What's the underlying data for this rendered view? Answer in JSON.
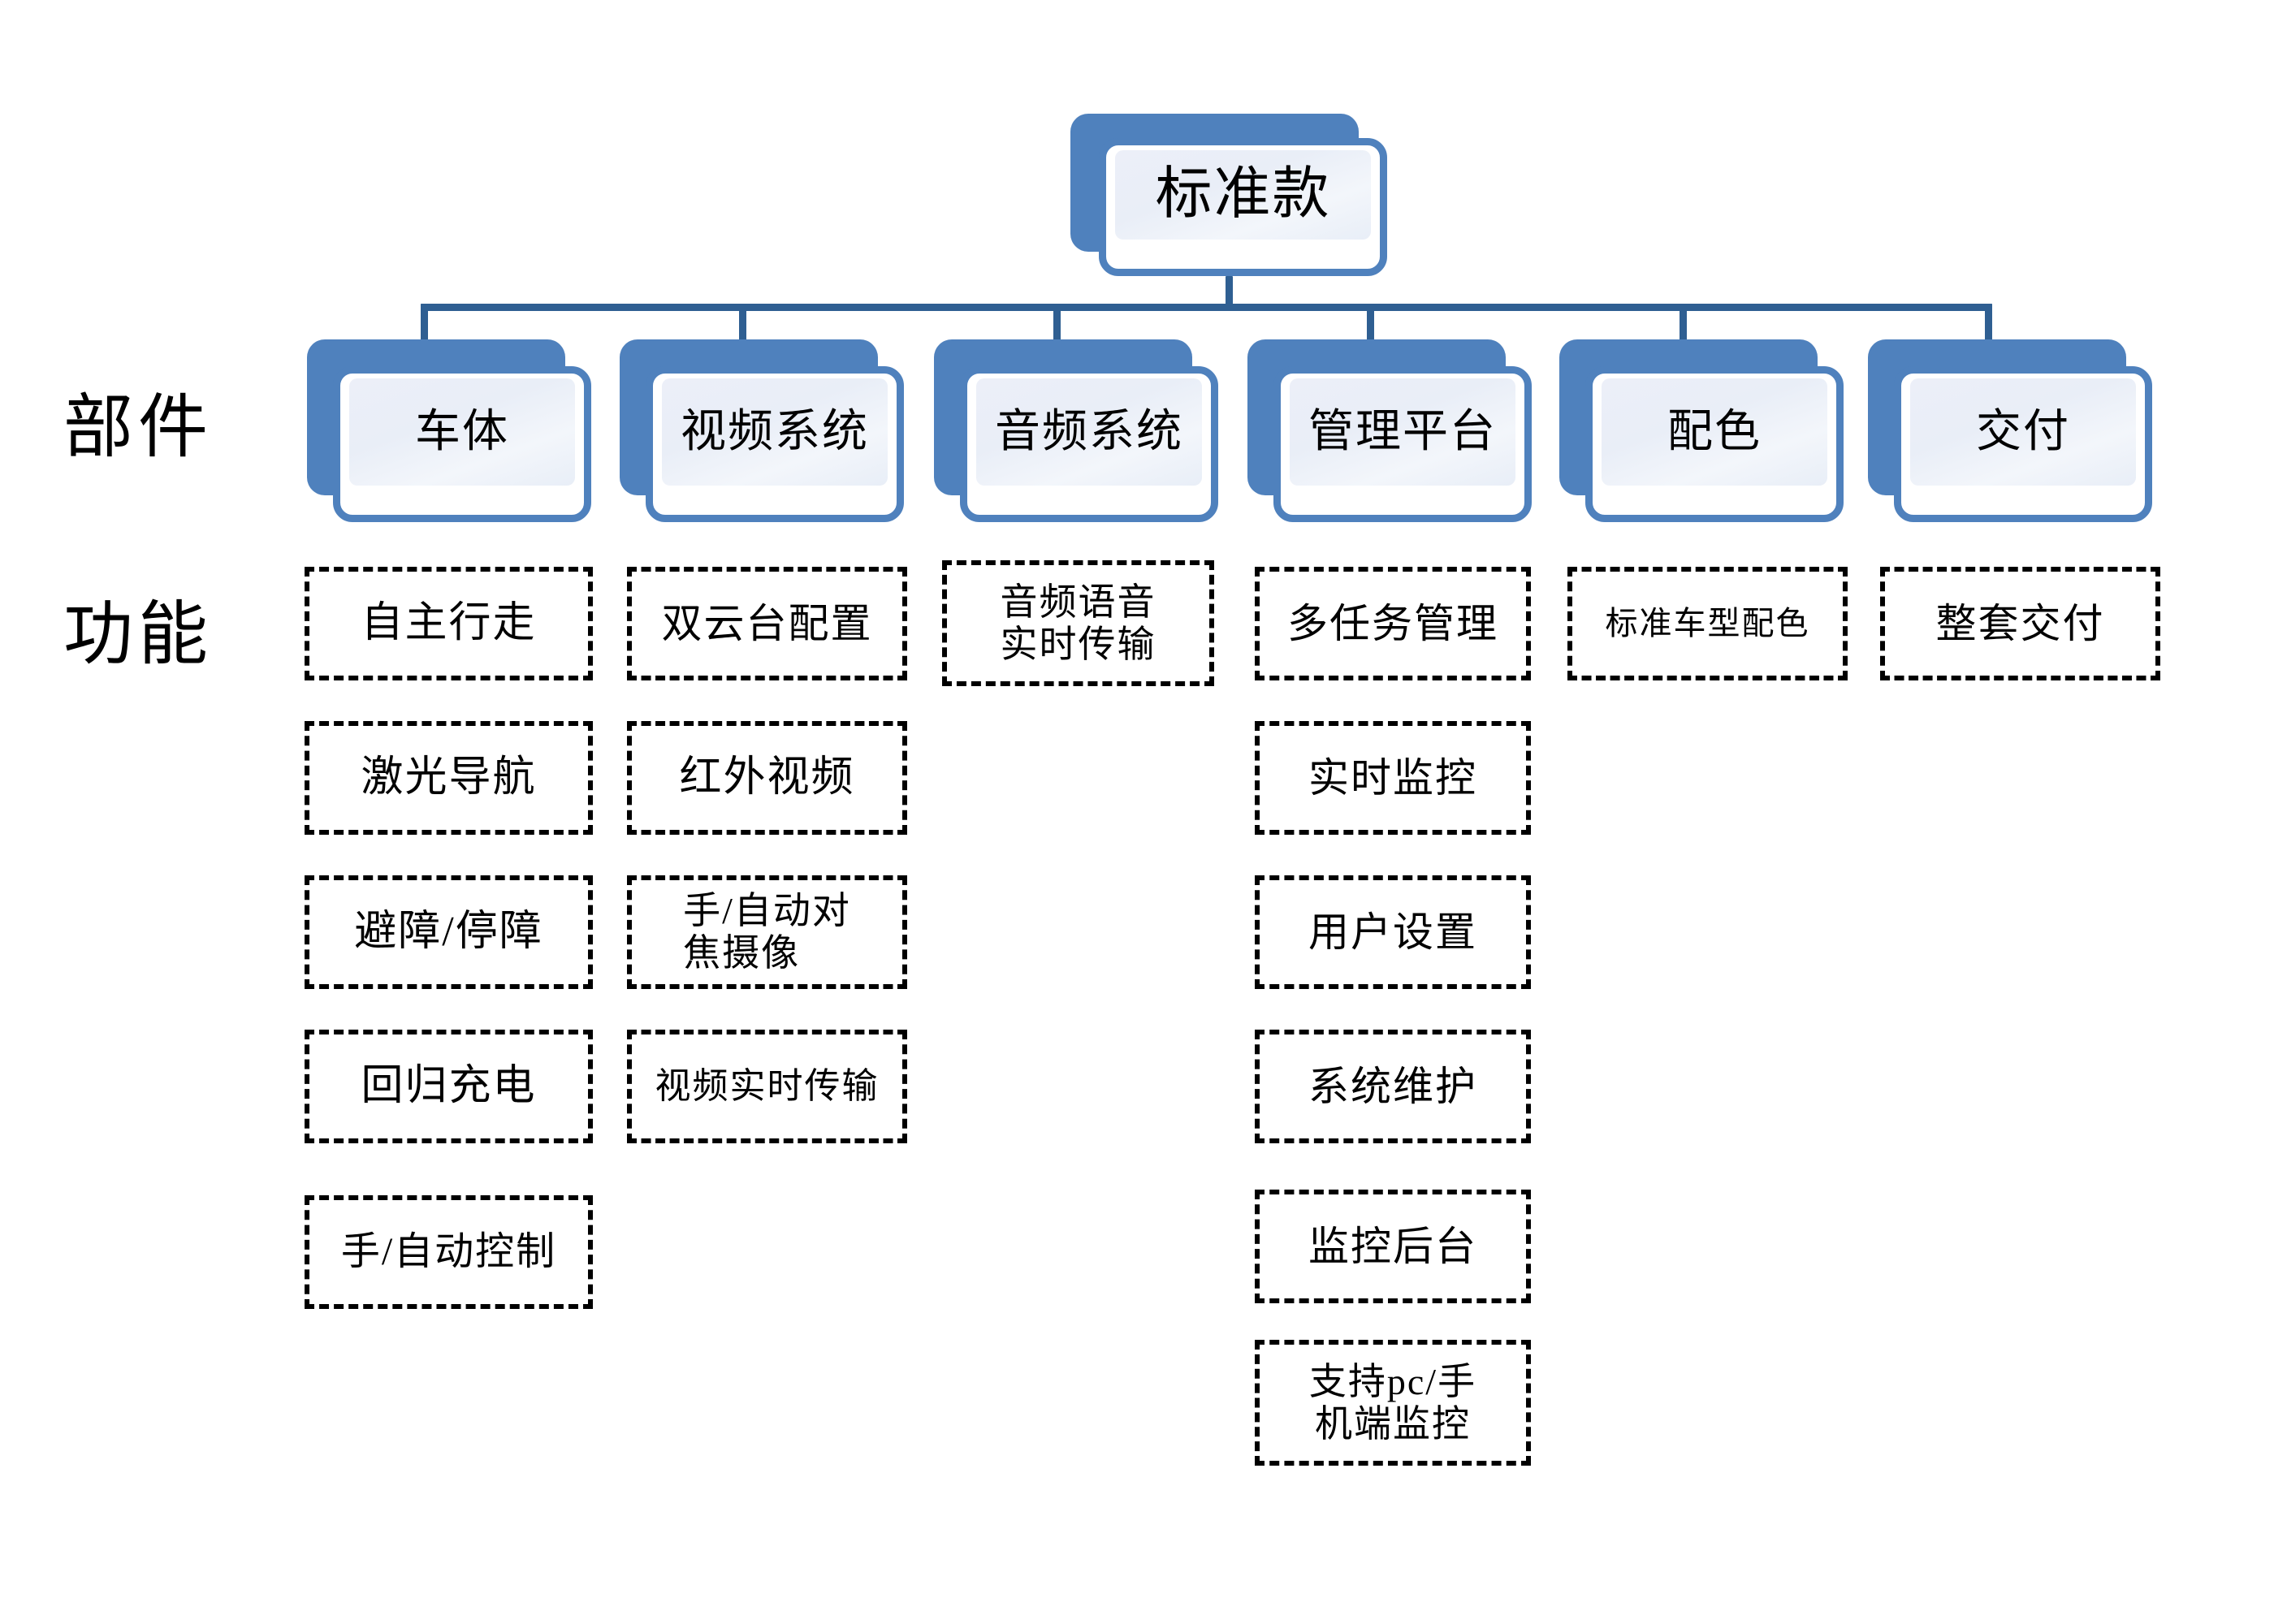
{
  "diagram": {
    "type": "tree-hierarchy",
    "root": {
      "label": "标准款"
    },
    "row_labels": [
      {
        "id": "components",
        "label": "部件"
      },
      {
        "id": "functions",
        "label": "功能"
      }
    ],
    "components": [
      {
        "id": "vehicle-body",
        "label": "车体"
      },
      {
        "id": "video-system",
        "label": "视频系统"
      },
      {
        "id": "audio-system",
        "label": "音频系统"
      },
      {
        "id": "management-platform",
        "label": "管理平台"
      },
      {
        "id": "color-scheme",
        "label": "配色"
      },
      {
        "id": "delivery",
        "label": "交付"
      }
    ],
    "functions": [
      {
        "component": "车体",
        "items": [
          "自主行走",
          "激光导航",
          "避障/停障",
          "回归充电",
          "手/自动控制"
        ]
      },
      {
        "component": "视频系统",
        "items": [
          "双云台配置",
          "红外视频",
          "手/自动对\n焦摄像",
          "视频实时传输"
        ]
      },
      {
        "component": "音频系统",
        "items": [
          "音频语音\n实时传输"
        ]
      },
      {
        "component": "管理平台",
        "items": [
          "多任务管理",
          "实时监控",
          "用户设置",
          "系统维护",
          "监控后台",
          "支持pc/手\n机端监控"
        ]
      },
      {
        "component": "配色",
        "items": [
          "标准车型配色"
        ]
      },
      {
        "component": "交付",
        "items": [
          "整套交付"
        ]
      }
    ],
    "colors": {
      "node_fill": "#4f81bd",
      "node_inner": "#eceff8",
      "node_border": "#4f81bd",
      "connector": "#2f5f92",
      "dash_border": "#000000",
      "text": "#000000",
      "background": "#ffffff"
    }
  }
}
